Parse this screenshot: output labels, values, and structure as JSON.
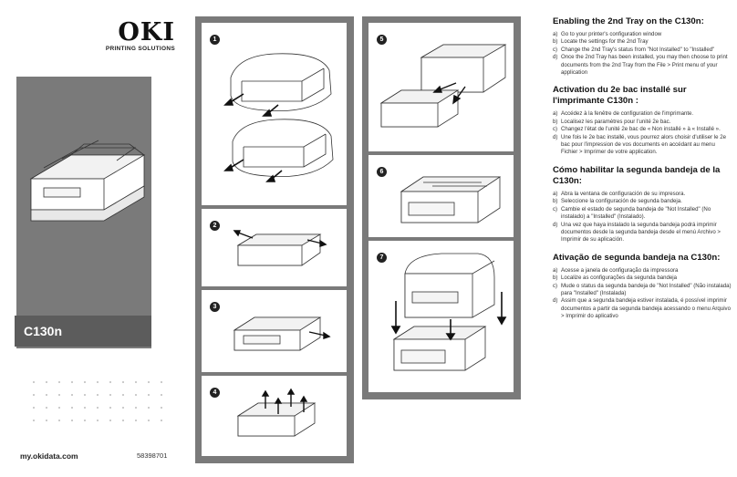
{
  "brand": {
    "logo": "OKI",
    "tagline": "PRINTING SOLUTIONS"
  },
  "cover": {
    "model": "C130n",
    "url": "my.okidata.com",
    "part_number": "58398701"
  },
  "steps": [
    {
      "number": "1"
    },
    {
      "number": "2"
    },
    {
      "number": "3"
    },
    {
      "number": "4"
    },
    {
      "number": "5"
    },
    {
      "number": "6"
    },
    {
      "number": "7"
    }
  ],
  "instructions": [
    {
      "title": "Enabling the 2nd Tray on the C130n:",
      "items": [
        {
          "letter": "a)",
          "text": "Go to your printer's configuration window"
        },
        {
          "letter": "b)",
          "text": "Locate the settings for the 2nd Tray"
        },
        {
          "letter": "c)",
          "text": "Change the 2nd Tray's status from \"Not Installed\" to \"Installed\""
        },
        {
          "letter": "d)",
          "text": "Once the 2nd Tray has been installed, you may then choose to print documents from the 2nd Tray from the File > Print menu of your application"
        }
      ]
    },
    {
      "title": "Activation du 2e bac installé sur l'imprimante C130n :",
      "items": [
        {
          "letter": "a)",
          "text": "Accédez à la fenêtre de configuration de l'imprimante."
        },
        {
          "letter": "b)",
          "text": "Localisez les paramètres pour l'unité 2e bac."
        },
        {
          "letter": "c)",
          "text": "Changez l'état de l'unité 2e bac de « Non installé » à « Installé »."
        },
        {
          "letter": "d)",
          "text": "Une fois le 2e bac installé, vous pourrez alors choisir d'utiliser le 2e bac pour l'impression de vos documents en accédant au menu Fichier > Imprimer de votre application."
        }
      ]
    },
    {
      "title": "Cómo habilitar la segunda bandeja de la C130n:",
      "items": [
        {
          "letter": "a)",
          "text": "Abra la ventana de configuración de su impresora."
        },
        {
          "letter": "b)",
          "text": "Seleccione la configuración de segunda bandeja."
        },
        {
          "letter": "c)",
          "text": "Cambie el estado de segunda bandeja de \"Not Installed\" (No instalado) a \"Installed\" (Instalado)."
        },
        {
          "letter": "d)",
          "text": "Una vez que haya instalado la segunda bandeja podrá imprimir documentos desde la segunda bandeja desde el menú Archivo > Imprimir de su aplicación."
        }
      ]
    },
    {
      "title": "Ativação de segunda bandeja na C130n:",
      "items": [
        {
          "letter": "a)",
          "text": "Acesse a janela de configuração da impressora"
        },
        {
          "letter": "b)",
          "text": "Localize as configurações da segunda bandeja"
        },
        {
          "letter": "c)",
          "text": "Mude o status da segunda bandeja de \"Not Installed\" (Não instalada) para \"Installed\" (Instalada)"
        },
        {
          "letter": "d)",
          "text": "Assim que a segunda bandeja estiver instalada, é possível imprimir documentos a partir da segunda bandeja acessando o menu Arquivo > Imprimir do aplicativo"
        }
      ]
    }
  ]
}
